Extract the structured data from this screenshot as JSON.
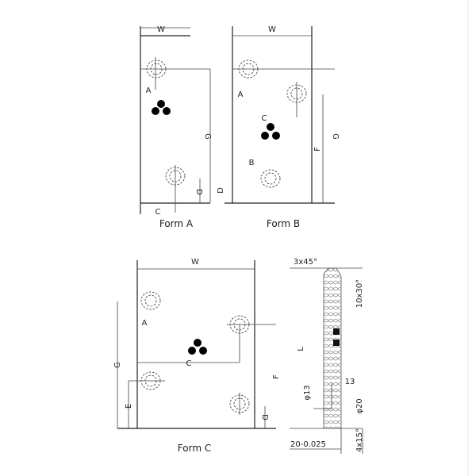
{
  "form_a": {
    "title": "Form A",
    "labels": {
      "w": "W",
      "a": "A",
      "g": "G",
      "c": "C",
      "d": "D"
    }
  },
  "form_b": {
    "title": "Form B",
    "labels": {
      "w": "W",
      "a": "A",
      "c": "C",
      "b": "B",
      "d": "D",
      "f": "F",
      "g": "G"
    }
  },
  "form_c": {
    "title": "Form C",
    "labels": {
      "w": "W",
      "a": "A",
      "c": "C",
      "g": "G",
      "e": "E",
      "f": "F",
      "d": "D"
    }
  },
  "side_view": {
    "chamfer_top": "3x45°",
    "angle_top": "10x30°",
    "length": "L",
    "dim_13": "13",
    "dia_13": "φ13",
    "dia_20": "φ20",
    "width_tol": "20-0.025",
    "chamfer_bottom": "4x15°"
  }
}
